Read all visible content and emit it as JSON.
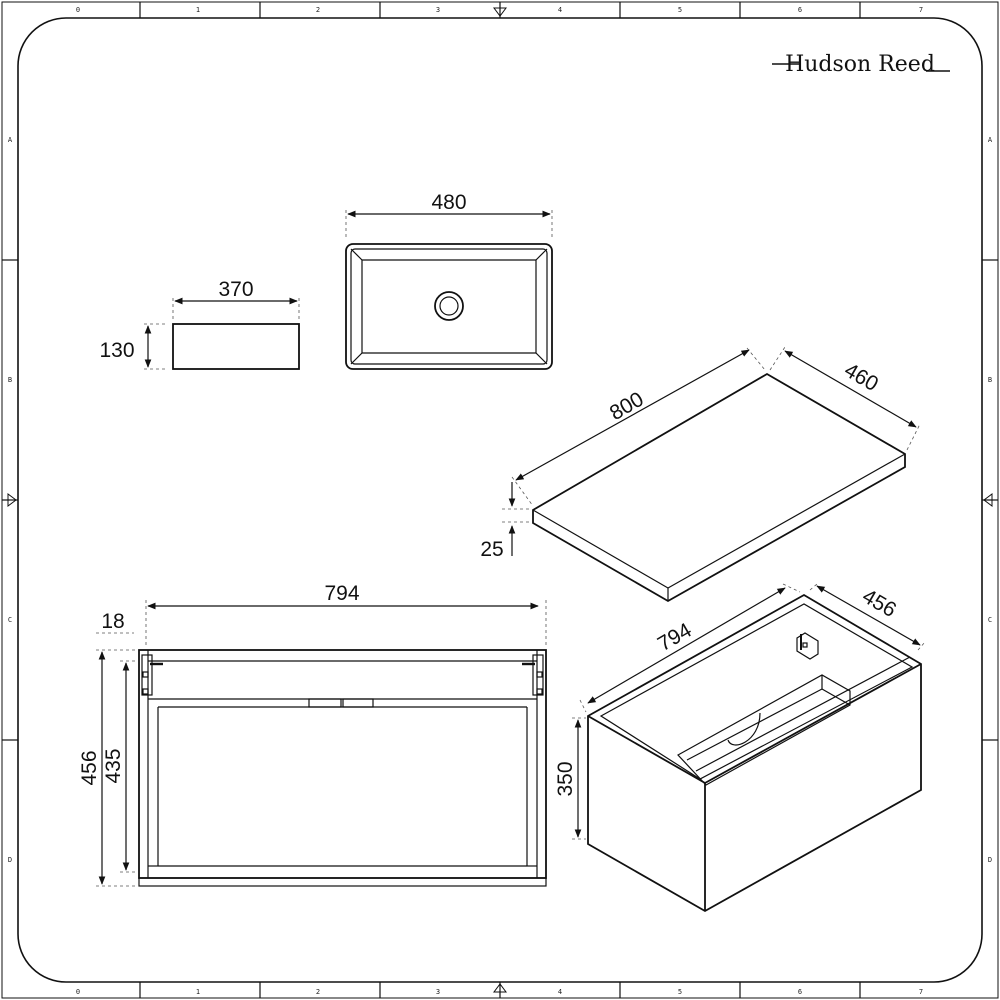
{
  "brand": {
    "name": "Hudson Reed"
  },
  "frame": {
    "columns": [
      "0",
      "1",
      "2",
      "3",
      "4",
      "5",
      "6",
      "7"
    ],
    "rows": [
      "A",
      "B",
      "C",
      "D"
    ]
  },
  "dimensions": {
    "basin_top_width": "480",
    "basin_side_width": "370",
    "basin_side_height": "130",
    "worktop_length": "800",
    "worktop_depth": "460",
    "worktop_thickness": "25",
    "cabinet_front_width": "794",
    "cabinet_panel_thickness": "18",
    "cabinet_front_height_outer": "456",
    "cabinet_front_height_inner": "435",
    "cabinet_iso_width": "794",
    "cabinet_iso_depth": "456",
    "cabinet_iso_height": "350"
  }
}
